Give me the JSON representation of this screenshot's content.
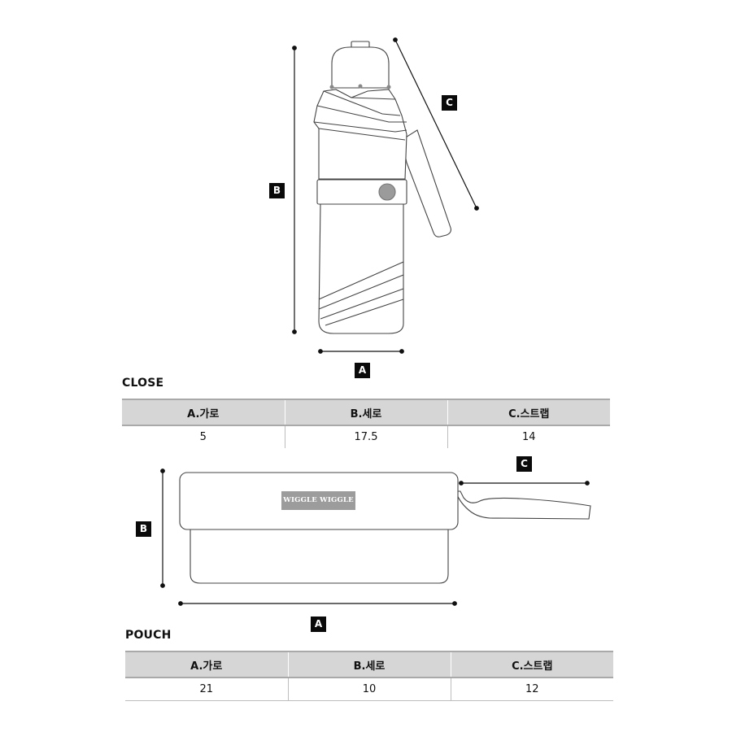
{
  "markers": {
    "a": "A",
    "b": "B",
    "c": "C"
  },
  "close": {
    "title": "CLOSE",
    "headers": [
      "A.가로",
      "B.세로",
      "C.스트랩"
    ],
    "values": [
      "5",
      "17.5",
      "14"
    ]
  },
  "pouch": {
    "title": "POUCH",
    "headers": [
      "A.가로",
      "B.세로",
      "C.스트랩"
    ],
    "values": [
      "21",
      "10",
      "12"
    ],
    "brand_label": "WIGGLE WIGGLE"
  },
  "colors": {
    "outline": "#444444",
    "marker_bg": "#0a0a0a",
    "header_bg": "#d6d6d6",
    "label_bg": "#9c9c9c",
    "button": "#9b9b9b"
  },
  "icons": [
    "folded-umbrella-icon",
    "umbrella-pouch-icon"
  ]
}
